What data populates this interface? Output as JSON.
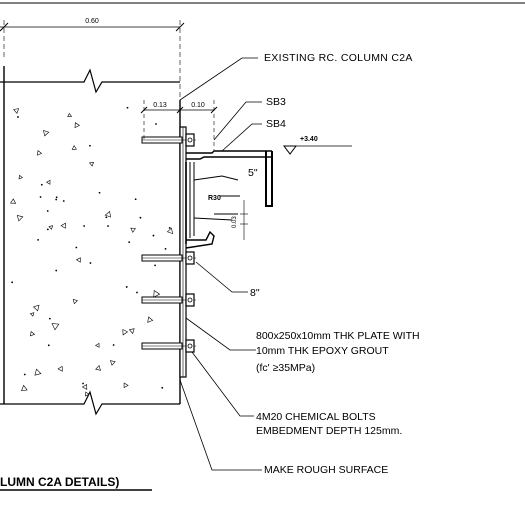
{
  "dimensions": {
    "overall_width": "0.60",
    "bolt_offset": "0.13",
    "plate_offset": "0.10",
    "radius": "R30",
    "small_dim": "0.03"
  },
  "levels": {
    "top_level": "+3.40"
  },
  "members": {
    "sb3": "SB3",
    "sb4": "SB4",
    "depth_5": "5\"",
    "depth_8": "8\""
  },
  "callouts": {
    "column": "EXISTING RC. COLUMN C2A",
    "plate_line1": "800x250x10mm THK PLATE WITH",
    "plate_line2": "10mm THK EPOXY GROUT",
    "plate_line3": "(fc' ≥35MPa)",
    "bolts_line1": "4M20  CHEMICAL BOLTS",
    "bolts_line2": "EMBEDMENT DEPTH 125mm.",
    "surface": "MAKE ROUGH SURFACE"
  },
  "title": "LUMN C2A DETAILS)"
}
